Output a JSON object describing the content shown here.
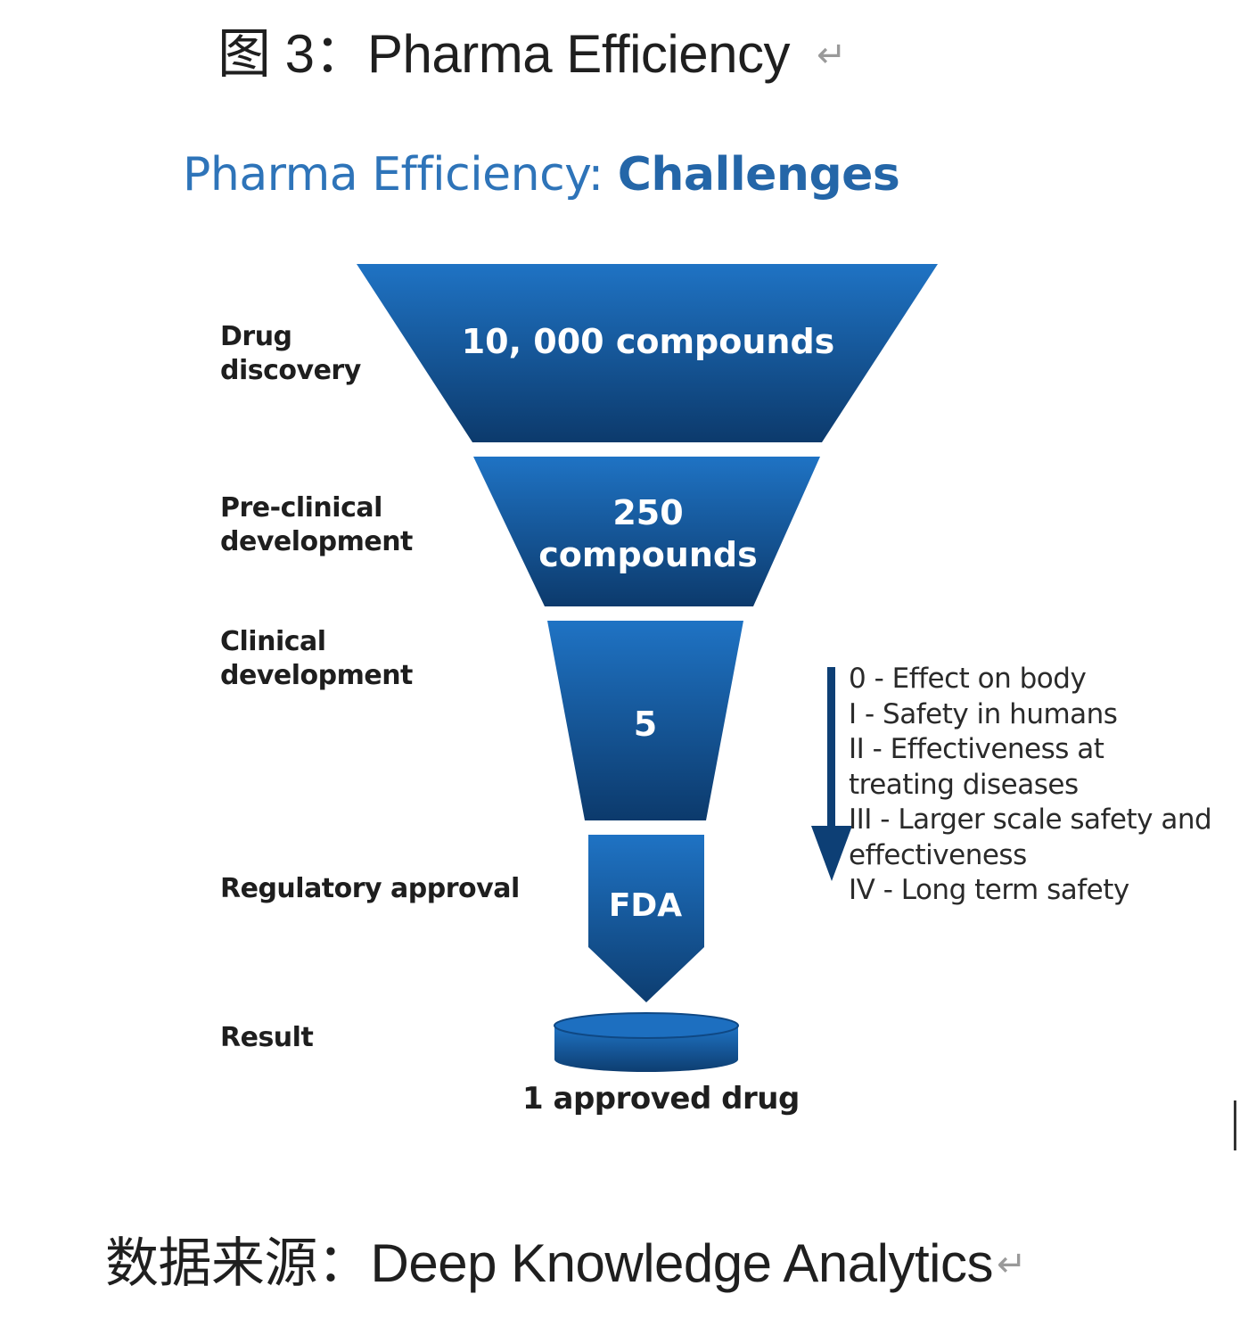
{
  "caption": {
    "text": "图 3：Pharma Efficiency",
    "return_mark": "↵"
  },
  "heading": {
    "light": "Pharma Efficiency: ",
    "bold": "Challenges"
  },
  "stages": [
    {
      "label_line1": "Drug",
      "label_line2": "discovery",
      "box_line1": "10, 000 compounds",
      "box_line2": ""
    },
    {
      "label_line1": "Pre-clinical",
      "label_line2": "development",
      "box_line1": "250",
      "box_line2": "compounds"
    },
    {
      "label_line1": "Clinical",
      "label_line2": "development",
      "box_line1": "5",
      "box_line2": ""
    },
    {
      "label_line1": "Regulatory approval",
      "label_line2": "",
      "box_line1": "FDA",
      "box_line2": ""
    },
    {
      "label_line1": "Result",
      "label_line2": "",
      "box_line1": "",
      "box_line2": ""
    }
  ],
  "clinical_phases": [
    "0 - Effect on body",
    "I - Safety in humans",
    "II - Effectiveness at treating diseases",
    "III - Larger scale safety and effectiveness",
    "IV - Long term safety"
  ],
  "result_text": "1 approved drug",
  "source": {
    "text": "数据来源：Deep Knowledge Analytics",
    "return_mark": "↵"
  },
  "colors": {
    "funnel_top": "#1f73c4",
    "funnel_bottom": "#0c3a6c",
    "arrow": "#0d3f75",
    "heading": "#2e74b9"
  }
}
